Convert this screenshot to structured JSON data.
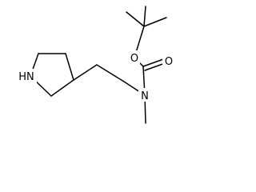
{
  "molecule": {
    "atoms": {
      "ring_nitrogen": "HN",
      "carbonyl_oxygen": "O",
      "ester_oxygen": "O",
      "amide_nitrogen": "N"
    },
    "colors": {
      "bond": "#000000",
      "label": "#000000",
      "background": "#ffffff"
    }
  }
}
